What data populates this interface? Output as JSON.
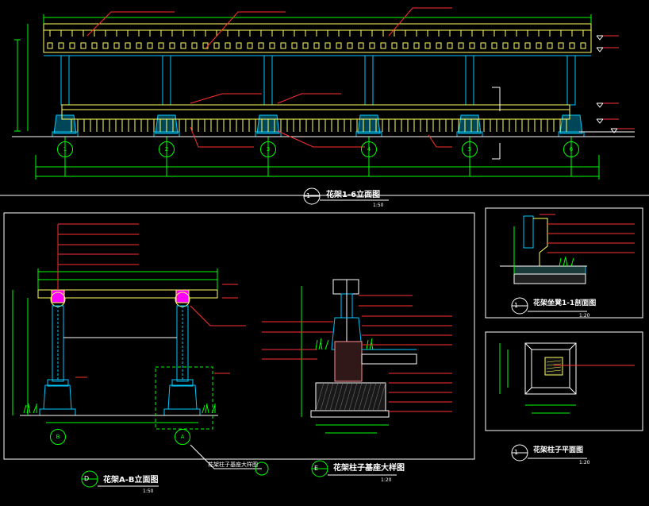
{
  "drawing": {
    "background": "#000000",
    "colors": {
      "structure": "#00c8ff",
      "leader": "#ff3030",
      "dimension": "#00ff00",
      "timber": "#ffff60",
      "outline": "#ffffff",
      "border": "#ff2020"
    },
    "views": [
      {
        "id": "elevation-1-6",
        "title": "花架1-6立面图",
        "scale": "1:50",
        "marker": "1"
      },
      {
        "id": "elevation-a-b",
        "title": "花架A-B立面图",
        "scale": "1:50",
        "marker": "D"
      },
      {
        "id": "column-detail",
        "title": "花架柱子基座大样图",
        "scale": "1:20",
        "marker": "E"
      },
      {
        "id": "seat-section",
        "title": "花架坐凳1-1剖面图",
        "scale": "1:20",
        "marker": "1"
      },
      {
        "id": "column-plan",
        "title": "花架柱子平面图",
        "scale": "1:20",
        "marker": "1"
      }
    ],
    "axis_labels_top": [
      "1",
      "2",
      "3",
      "4",
      "5",
      "6"
    ],
    "axis_labels_side": [
      "B",
      "A"
    ],
    "detail_ref": "花架柱子基座大样图"
  }
}
